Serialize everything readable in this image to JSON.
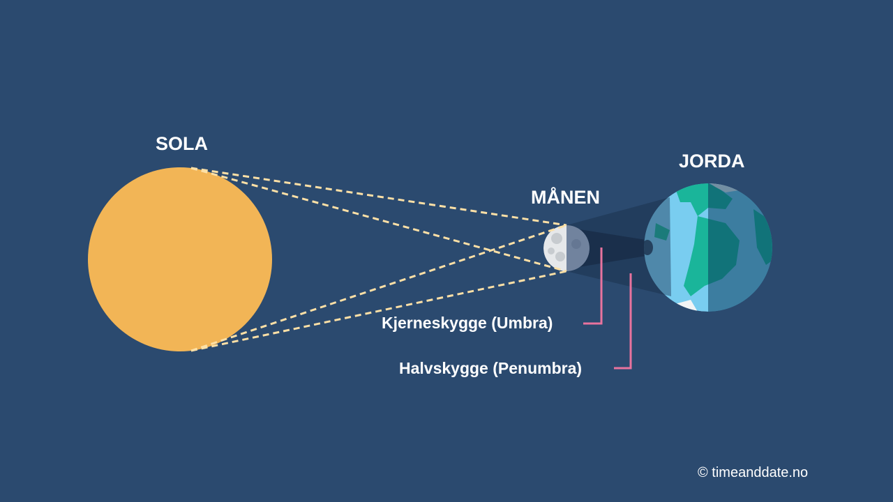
{
  "bodies": {
    "sun": {
      "label": "SOLA",
      "color": "#f2b556"
    },
    "moon": {
      "label": "MÅNEN"
    },
    "earth": {
      "label": "JORDA"
    }
  },
  "shadows": {
    "umbra": {
      "label": "Kjerneskygge (Umbra)"
    },
    "penumbra": {
      "label": "Halvskygge (Penumbra)"
    }
  },
  "colors": {
    "background": "#2b4a6f",
    "rays": "#fde0a6",
    "pointer": "#e8739e",
    "earth_ocean": "#79cdf0",
    "earth_land": "#1ab59a"
  },
  "credit": "© timeanddate.no"
}
